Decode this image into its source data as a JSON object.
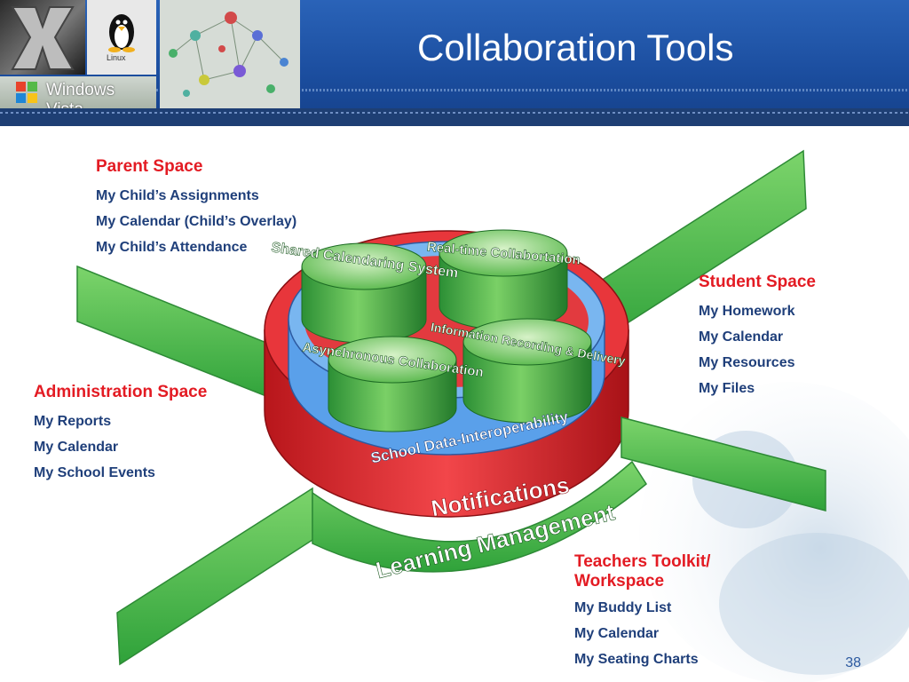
{
  "title": "Collaboration Tools",
  "thumbnails": {
    "vista_label": "Windows Vista",
    "linux_label": "Linux"
  },
  "parent_space": {
    "heading": "Parent Space",
    "items": [
      "My Child’s Assignments",
      "My Calendar (Child’s Overlay)",
      "My Child’s Attendance"
    ]
  },
  "student_space": {
    "heading": "Student Space",
    "items": [
      "My Homework",
      "My Calendar",
      "My Resources",
      "My Files"
    ]
  },
  "admin_space": {
    "heading": "Administration Space",
    "items": [
      "My Reports",
      "My Calendar",
      "My School Events"
    ]
  },
  "teacher_space": {
    "heading": "Teachers Toolkit/ Workspace",
    "items": [
      "My Buddy List",
      "My Calendar",
      "My Seating Charts"
    ]
  },
  "diagram": {
    "cylinders": {
      "shared": "Shared Calendaring System",
      "realtime": "Real-time Collabortation",
      "async": "Asynchronous Collaboration",
      "info": "Information Recording & Delivery"
    },
    "rings": {
      "school_data": "School Data-Interoperability",
      "notifications": "Notifications",
      "learning": "Learning Management"
    }
  },
  "page_number": "38",
  "colors": {
    "heading": "#e31b23",
    "item": "#1f3f7a",
    "header_blue": "#1b4d9e",
    "green": "#3cb54a",
    "red": "#d8262c",
    "ring_blue": "#5b9ee8"
  }
}
